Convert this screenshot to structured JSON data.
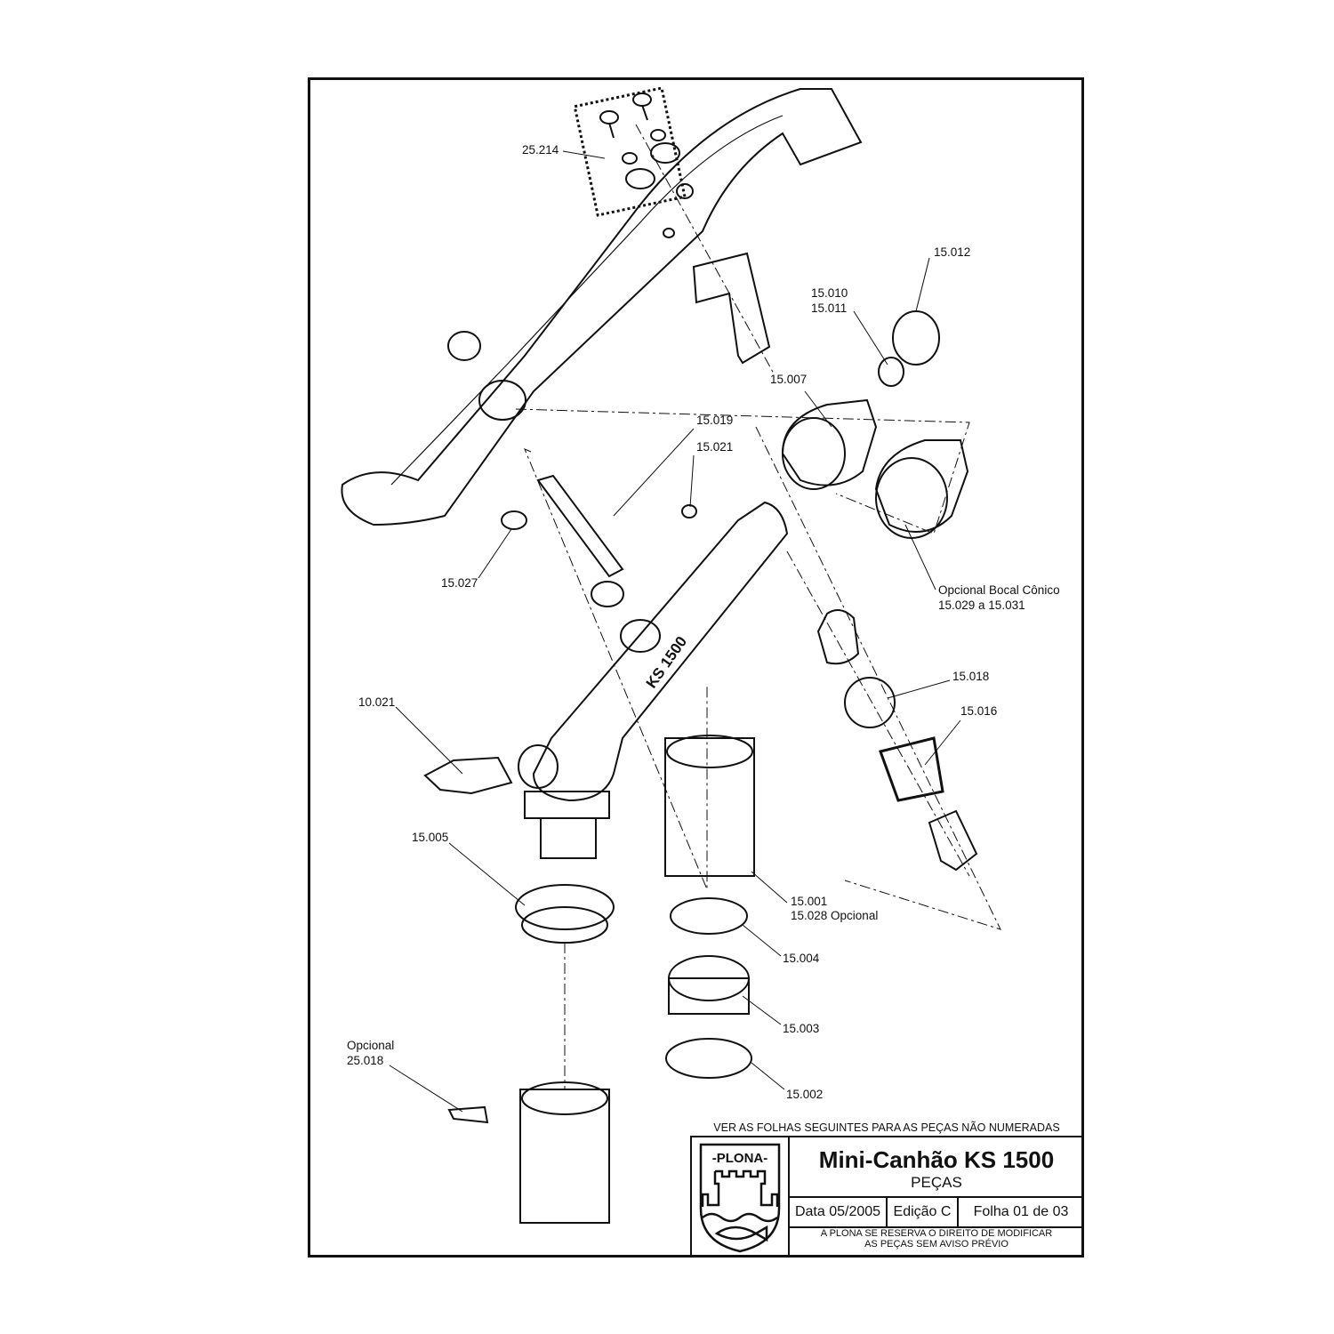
{
  "labels": {
    "p25214": "25.214",
    "p15012": "15.012",
    "p15010": "15.010",
    "p15011": "15.011",
    "p15007": "15.007",
    "p15019": "15.019",
    "p15021": "15.021",
    "p15027": "15.027",
    "bocal_title": "Opcional Bocal Cônico",
    "bocal_range": "15.029 a 15.031",
    "p15018": "15.018",
    "p15016": "15.016",
    "p10021": "10.021",
    "p15005": "15.005",
    "p15001": "15.001",
    "p15028": "15.028 Opcional",
    "p15004": "15.004",
    "p15003": "15.003",
    "p15002": "15.002",
    "opt_title": "Opcional",
    "p25018": "25.018"
  },
  "body_marking": "KS 1500",
  "title_block": {
    "note": "VER AS FOLHAS SEGUINTES PARA AS PEÇAS NÃO NUMERADAS",
    "logo_text": "-PLONA-",
    "title": "Mini-Canhão KS 1500",
    "subtitle": "PEÇAS",
    "date": "Data 05/2005",
    "edition": "Edição C",
    "sheet": "Folha 01 de 03",
    "disclaimer_1": "A PLONA SE RESERVA O DIREITO DE MODIFICAR",
    "disclaimer_2": "AS PEÇAS SEM AVISO PRÉVIO"
  }
}
